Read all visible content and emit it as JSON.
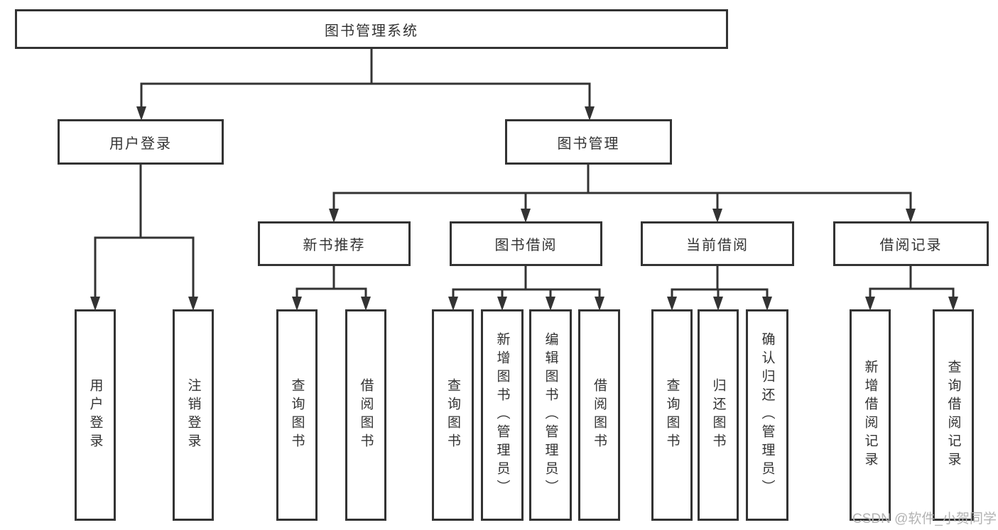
{
  "title": "图书管理系统",
  "watermark": "CSDN @软件_小贺同学",
  "colors": {
    "line": "#333333",
    "box_border": "#333333",
    "box_fill": "#ffffff",
    "text": "#333333",
    "watermark": "#b3b3b3"
  },
  "nodes": {
    "root": {
      "label": "图书管理系统",
      "level": 1
    },
    "userLogin": {
      "label": "用户登录",
      "level": 2,
      "parent": "root"
    },
    "bookMgmt": {
      "label": "图书管理",
      "level": 2,
      "parent": "root"
    },
    "newBookRec": {
      "label": "新书推荐",
      "level": 3,
      "parent": "bookMgmt"
    },
    "bookBorrow": {
      "label": "图书借阅",
      "level": 3,
      "parent": "bookMgmt"
    },
    "currentBorrow": {
      "label": "当前借阅",
      "level": 3,
      "parent": "bookMgmt"
    },
    "borrowRecord": {
      "label": "借阅记录",
      "level": 3,
      "parent": "bookMgmt"
    },
    "leafUserLogin": {
      "label": "用户登录",
      "level": 4,
      "parent": "userLogin"
    },
    "leafLogout": {
      "label": "注销登录",
      "level": 4,
      "parent": "userLogin"
    },
    "leafNbQuery": {
      "label": "查询图书",
      "level": 4,
      "parent": "newBookRec"
    },
    "leafNbBorrow": {
      "label": "借阅图书",
      "level": 4,
      "parent": "newBookRec"
    },
    "leafBbQuery": {
      "label": "查询图书",
      "level": 4,
      "parent": "bookBorrow"
    },
    "leafBbAdd": {
      "label": "新增图书（管理员）",
      "level": 4,
      "parent": "bookBorrow"
    },
    "leafBbEdit": {
      "label": "编辑图书（管理员）",
      "level": 4,
      "parent": "bookBorrow"
    },
    "leafBbBorrow": {
      "label": "借阅图书",
      "level": 4,
      "parent": "bookBorrow"
    },
    "leafCbQuery": {
      "label": "查询图书",
      "level": 4,
      "parent": "currentBorrow"
    },
    "leafCbReturn": {
      "label": "归还图书",
      "level": 4,
      "parent": "currentBorrow"
    },
    "leafCbConfirm": {
      "label": "确认归还（管理员）",
      "level": 4,
      "parent": "currentBorrow"
    },
    "leafBrAdd": {
      "label": "新增借阅记录",
      "level": 4,
      "parent": "borrowRecord"
    },
    "leafBrQuery": {
      "label": "查询借阅记录",
      "level": 4,
      "parent": "borrowRecord"
    }
  }
}
